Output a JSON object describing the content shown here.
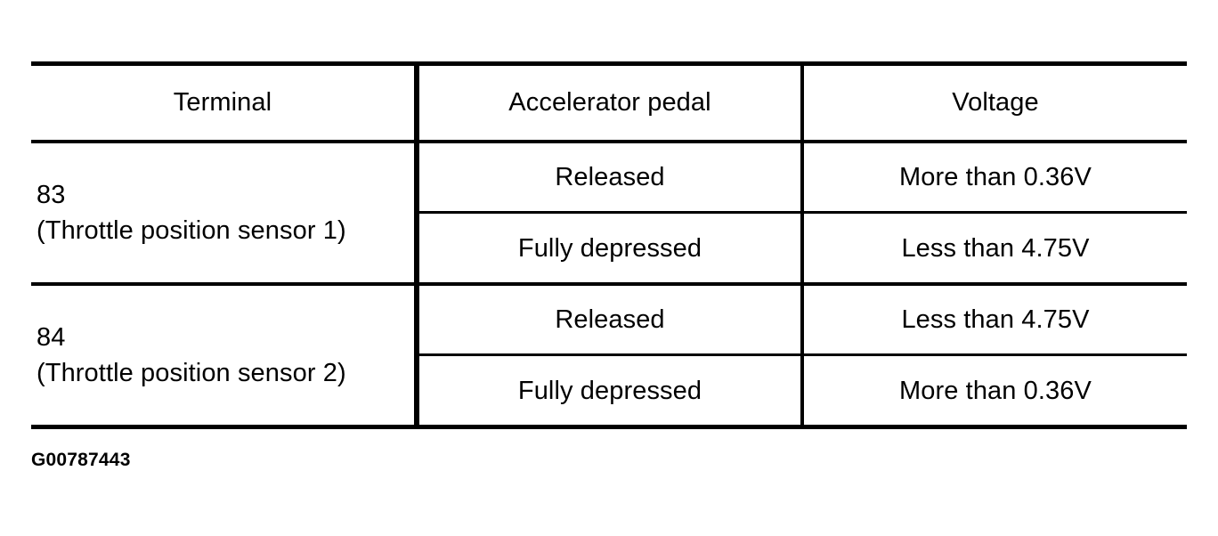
{
  "table": {
    "columns": [
      {
        "key": "terminal",
        "header": "Terminal",
        "align": "left"
      },
      {
        "key": "pedal",
        "header": "Accelerator pedal",
        "align": "center"
      },
      {
        "key": "voltage",
        "header": "Voltage",
        "align": "center"
      }
    ],
    "groups": [
      {
        "terminal": "83\n(Throttle position sensor 1)",
        "terminal_number": "83",
        "terminal_description": "(Throttle position sensor 1)",
        "rows": [
          {
            "pedal": "Released",
            "voltage": "More than 0.36V"
          },
          {
            "pedal": "Fully depressed",
            "voltage": "Less than 4.75V"
          }
        ]
      },
      {
        "terminal": "84\n(Throttle position sensor 2)",
        "terminal_number": "84",
        "terminal_description": "(Throttle position sensor 2)",
        "rows": [
          {
            "pedal": "Released",
            "voltage": "Less than 4.75V"
          },
          {
            "pedal": "Fully depressed",
            "voltage": "More than 0.36V"
          }
        ]
      }
    ]
  },
  "caption": {
    "figure_code": "G00787443"
  },
  "colors": {
    "rule": "#000000",
    "text": "#000000",
    "background": "#ffffff"
  }
}
